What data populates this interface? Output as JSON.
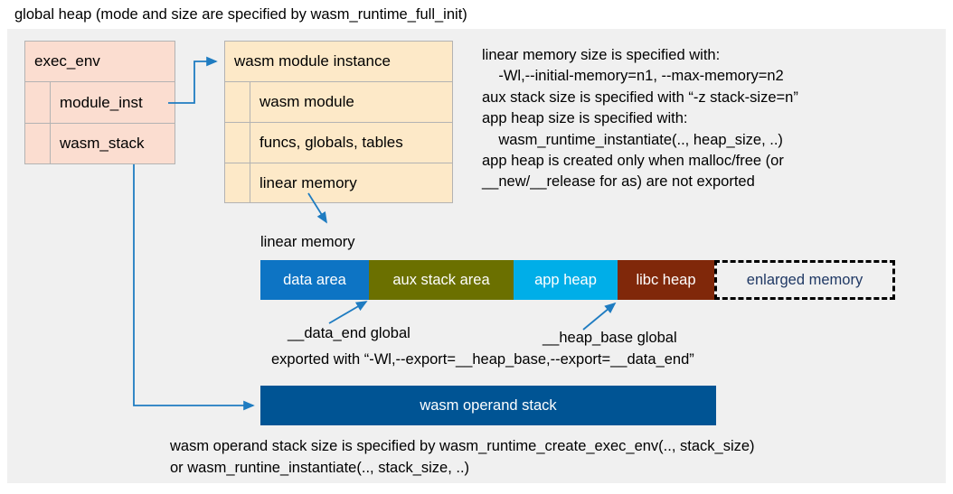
{
  "title": "global heap (mode and size are specified by wasm_runtime_full_init)",
  "colors": {
    "canvas": "#ffffff",
    "diagram_background": "#f0f0f0",
    "exec_env_fill": "#fbddd0",
    "module_inst_fill": "#fde9c8",
    "box_border": "#b3b3b3",
    "connector": "#1f7cc1",
    "data_area": "#0d74c4",
    "aux_stack_area": "#6b7000",
    "app_heap": "#00aee8",
    "libc_heap": "#80280a",
    "enlarged_memory_border": "#000000",
    "enlarged_memory_text": "#1f3864",
    "operand_stack": "#005494",
    "text": "#000000"
  },
  "exec_env": {
    "header": "exec_env",
    "fields": [
      {
        "label": "module_inst"
      },
      {
        "label": "wasm_stack"
      }
    ]
  },
  "module_instance": {
    "header": "wasm module instance",
    "fields": [
      {
        "label": "wasm module"
      },
      {
        "label": "funcs, globals, tables"
      },
      {
        "label": "linear memory"
      }
    ]
  },
  "notes": {
    "right_block": "linear memory size is specified with:\n    -Wl,--initial-memory=n1, --max-memory=n2\naux stack size is specified with “-z stack-size=n”\napp heap size is specified with:\n    wasm_runtime_instantiate(.., heap_size, ..)\napp heap is created only when malloc/free (or\n__new/__release for as) are not exported",
    "bottom_block": "wasm operand stack size is specified by wasm_runtime_create_exec_env(.., stack_size)\nor wasm_runtine_instantiate(.., stack_size, ..)"
  },
  "linear_memory": {
    "caption": "linear memory",
    "segments": [
      {
        "label": "data area",
        "color": "#0d74c4",
        "style": "solid"
      },
      {
        "label": "aux stack area",
        "color": "#6b7000",
        "style": "solid"
      },
      {
        "label": "app heap",
        "color": "#00aee8",
        "style": "solid"
      },
      {
        "label": "libc heap",
        "color": "#80280a",
        "style": "solid"
      },
      {
        "label": "enlarged memory",
        "color": "#f0f0f0",
        "style": "dashed"
      }
    ],
    "annotations": {
      "data_end": "__data_end global",
      "heap_base": "__heap_base global",
      "exported_with": "exported with “-Wl,--export=__heap_base,--export=__data_end”"
    }
  },
  "operand_stack": {
    "label": "wasm operand stack"
  }
}
